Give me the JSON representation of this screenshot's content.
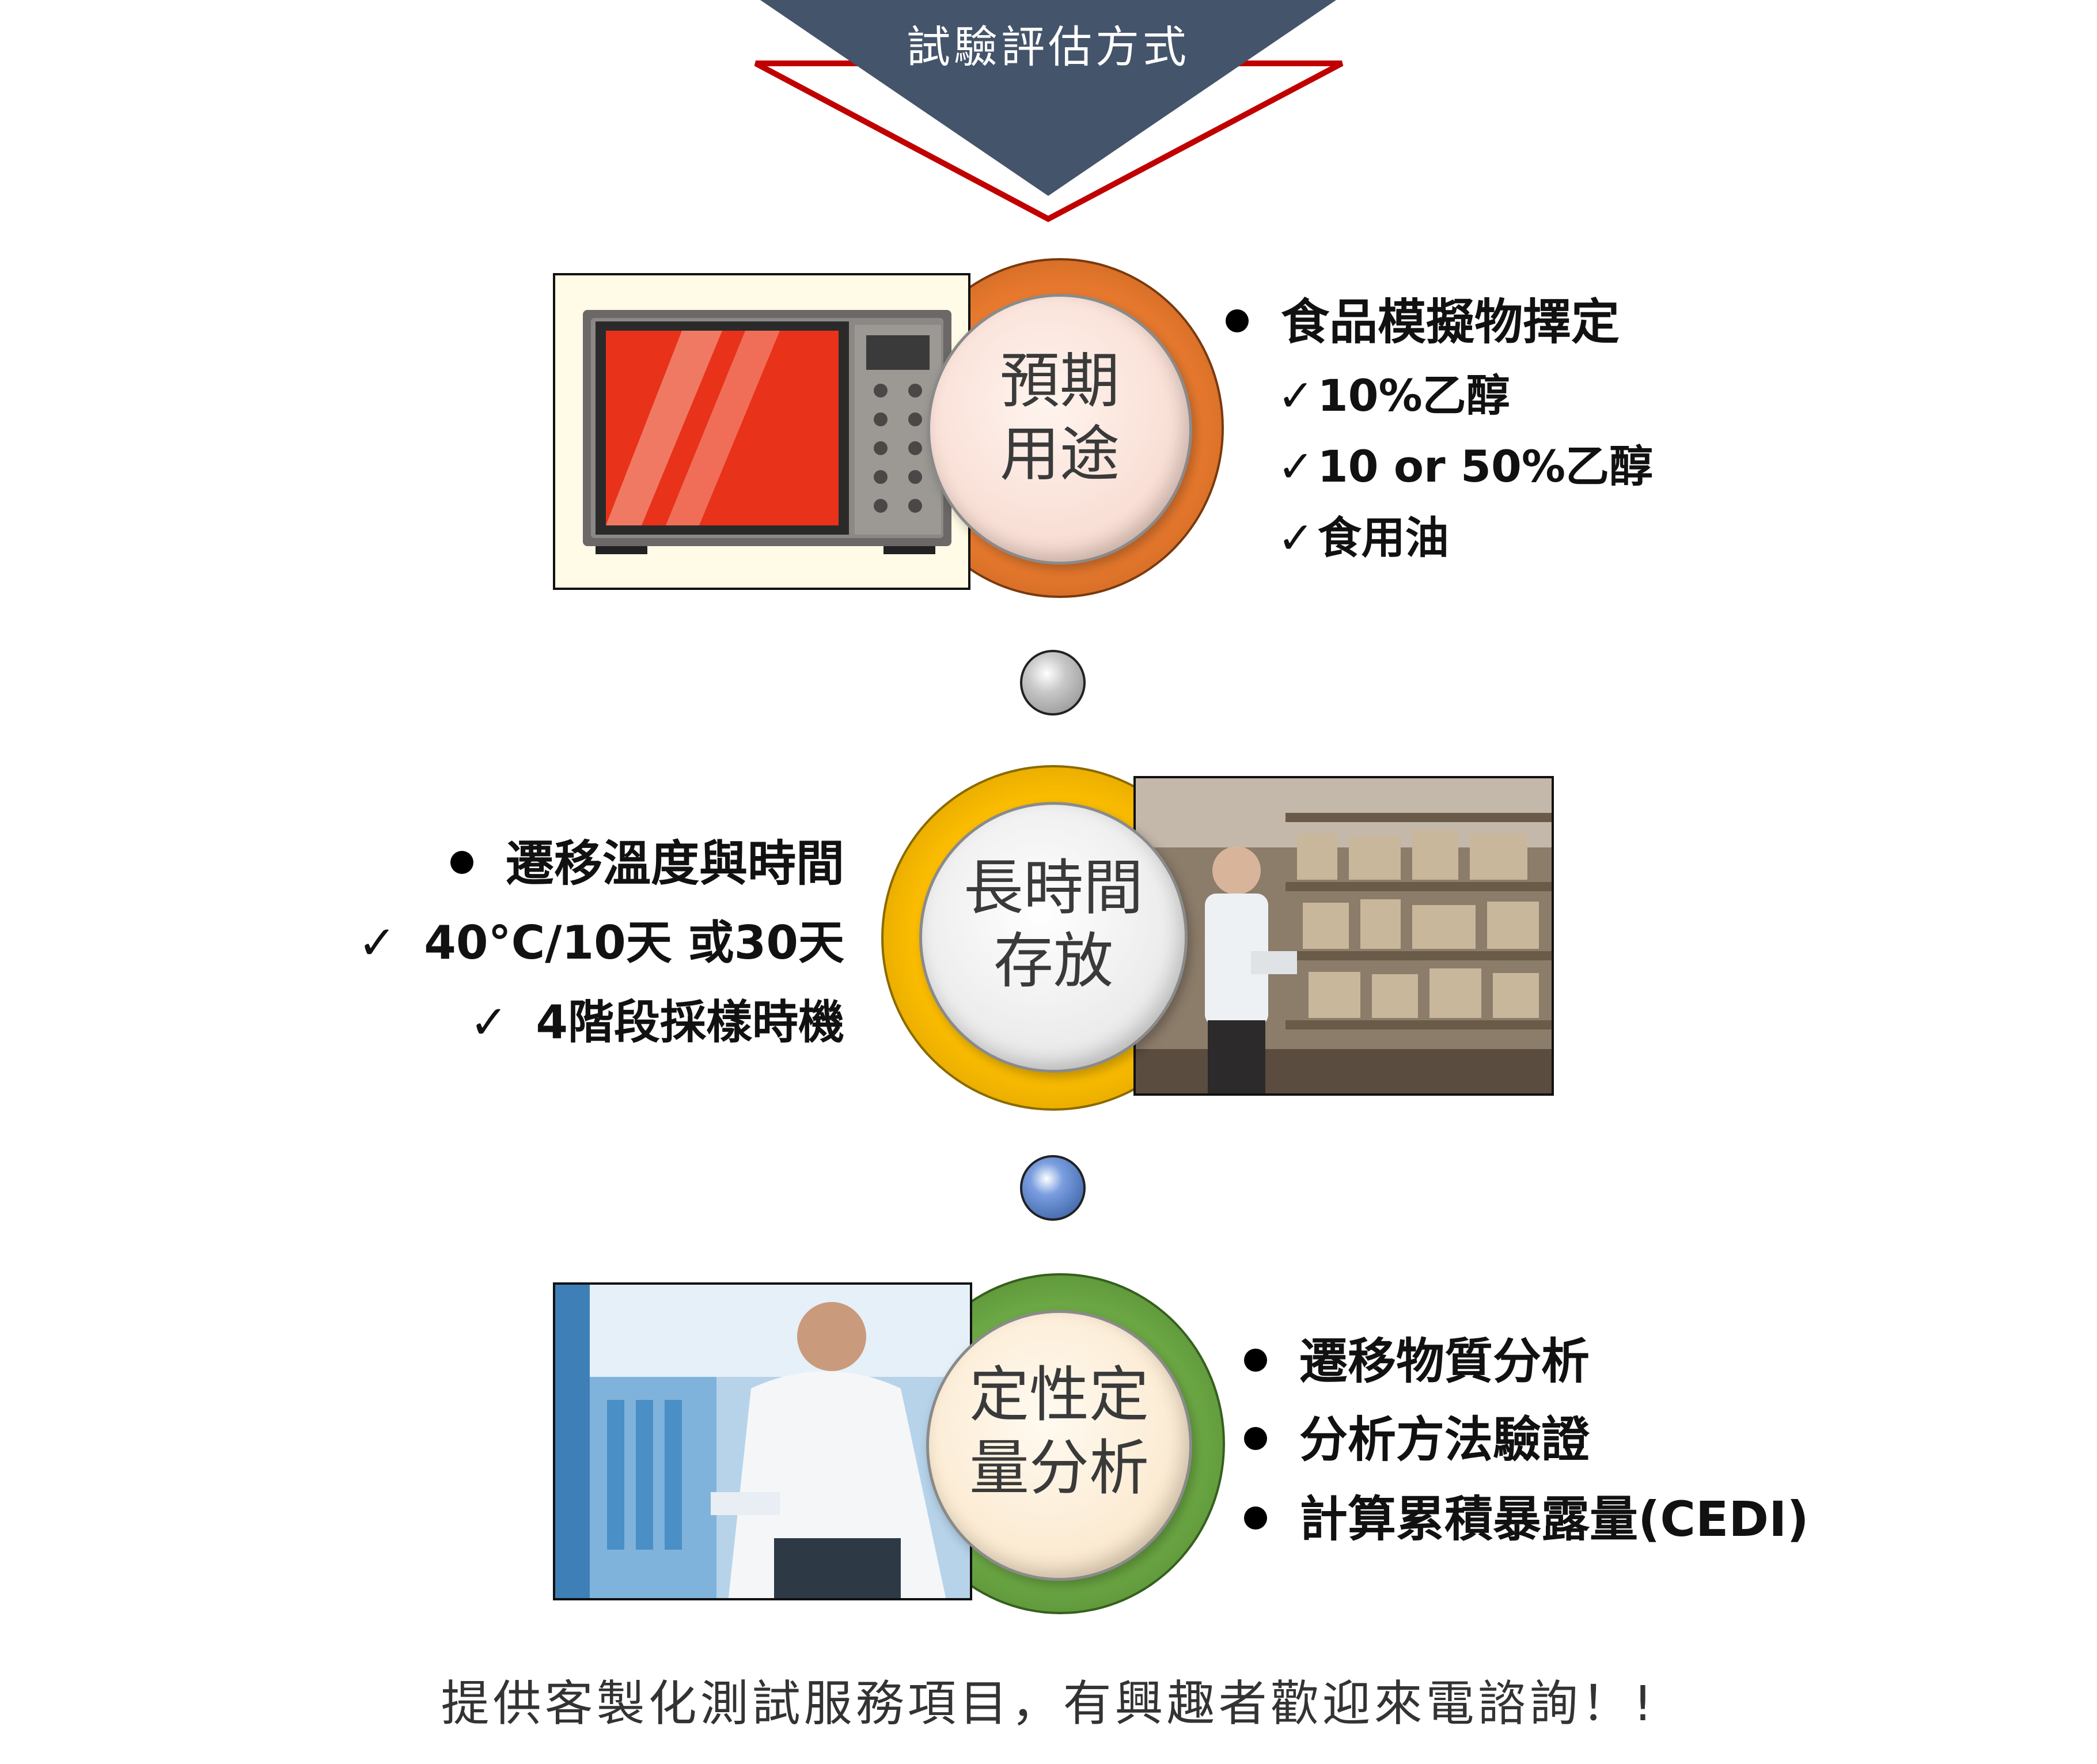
{
  "header": {
    "title": "試驗評估方式"
  },
  "colors": {
    "header_fill": "#44546a",
    "header_outline": "#c00000",
    "ring_orange": "#ed7d31",
    "ring_gold": "#ffc000",
    "ring_green": "#70ad47",
    "ball_gray": "#a6a6a6",
    "ball_blue": "#4472c4"
  },
  "steps": [
    {
      "label_line1": "預期",
      "label_line2": "用途",
      "image_icon": "microwave-oven",
      "bullet": "食品模擬物擇定",
      "checks": [
        "10%乙醇",
        "10 or 50%乙醇",
        "食用油"
      ]
    },
    {
      "label_line1": "長時間",
      "label_line2": "存放",
      "image_icon": "warehouse-worker",
      "bullet": "遷移溫度與時間",
      "checks": [
        "40°C/10天 或30天",
        "4階段採樣時機"
      ]
    },
    {
      "label_line1": "定性定",
      "label_line2": "量分析",
      "image_icon": "lab-technician",
      "bullets": [
        "遷移物質分析",
        "分析方法驗證",
        "計算累積暴露量(CEDI)"
      ]
    }
  ],
  "check_mark": "✓",
  "footer": {
    "text": "提供客製化測試服務項目，有興趣者歡迎來電諮詢！!"
  }
}
